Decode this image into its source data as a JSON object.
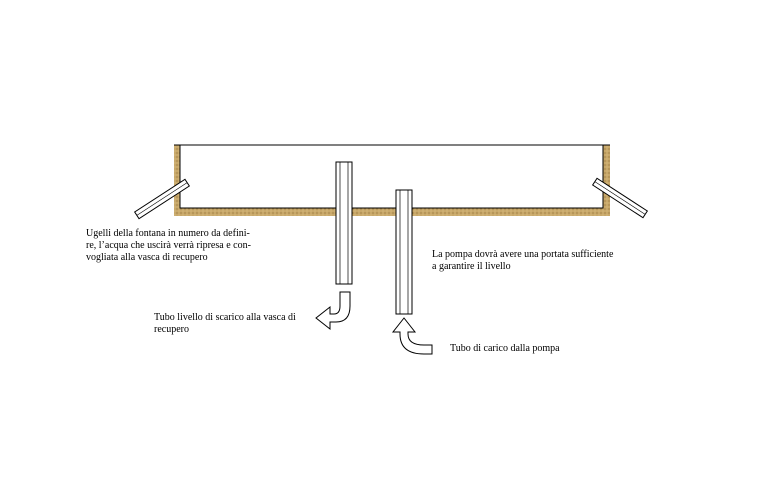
{
  "labels": {
    "nozzles": {
      "lines": [
        "Ugelli della fontana in numero da defini-",
        "re, l’acqua che uscirà verrà ripresa e con-",
        "vogliata alla vasca di recupero"
      ]
    },
    "pump_capacity": {
      "lines": [
        "La pompa dovrà avere una portata sufficiente",
        "a garantire il livello"
      ]
    },
    "drain_pipe": {
      "lines": [
        "Tubo livello di scarico alla vasca di",
        "recupero"
      ]
    },
    "supply_pipe": {
      "lines": [
        "Tubo di carico dalla pompa"
      ]
    }
  },
  "colors": {
    "wall_fill": "#c8a86a",
    "line": "#000000",
    "pipe_fill": "#ffffff"
  }
}
